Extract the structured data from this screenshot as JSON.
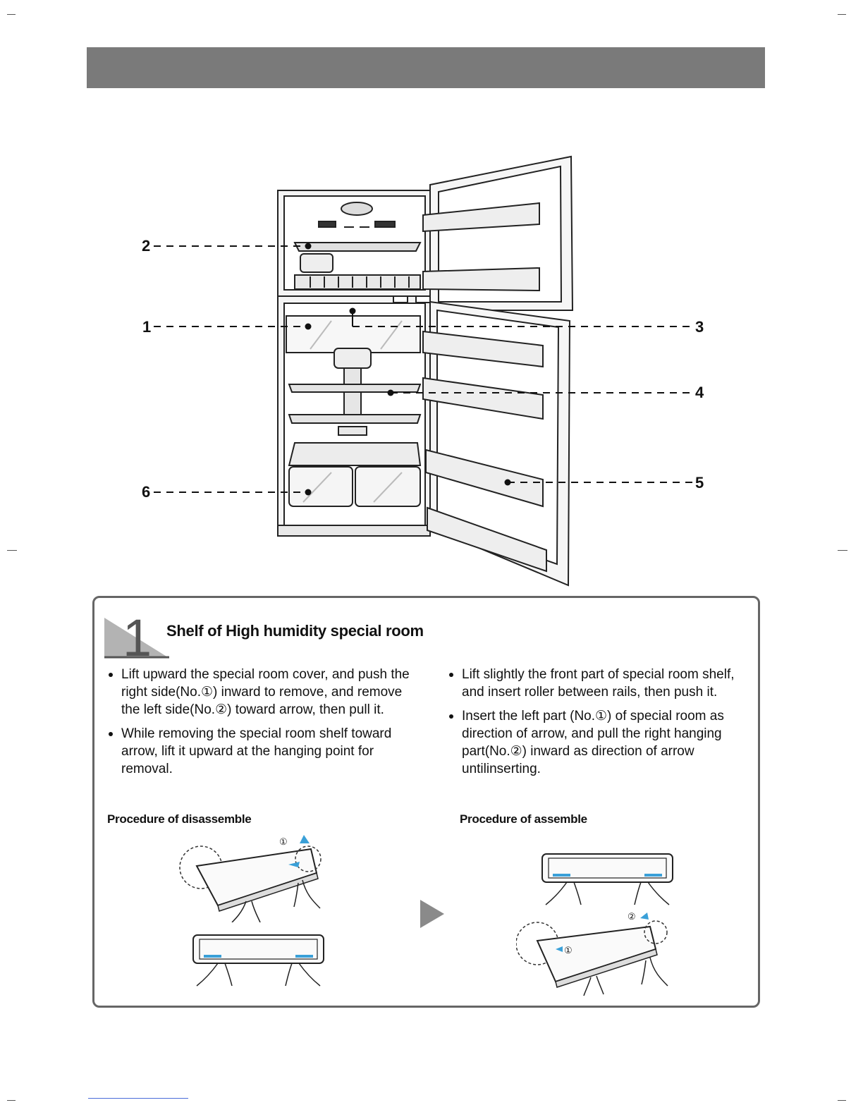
{
  "diagram": {
    "callouts": [
      "1",
      "2",
      "3",
      "4",
      "5",
      "6"
    ],
    "icon": "refrigerator-two-door-open-diagram"
  },
  "step": {
    "number": "1",
    "title": "Shelf of High humidity special room"
  },
  "left_column": {
    "bullets": [
      "Lift upward the special room cover, and push the right side(No.①) inward to remove, and remove the left side(No.②) toward arrow, then pull it.",
      "While removing the special room shelf toward arrow, lift it upward at the hanging point for removal."
    ],
    "procedure_label": "Procedure of disassemble"
  },
  "right_column": {
    "bullets": [
      "Lift slightly the front part of special room shelf, and insert roller between rails, then push it.",
      "Insert the left part (No.①) of special room as direction of arrow, and pull the right hanging part(No.②) inward as direction of arrow untilinserting."
    ],
    "procedure_label": "Procedure of assemble"
  },
  "illustration_markers": {
    "disassemble_top": "①",
    "assemble_bottom_right": "②",
    "assemble_bottom_left": "①"
  },
  "colors": {
    "header_bar": "#7a7a7a",
    "panel_border": "#666666",
    "accent_arrow": "#3aa0d8"
  }
}
